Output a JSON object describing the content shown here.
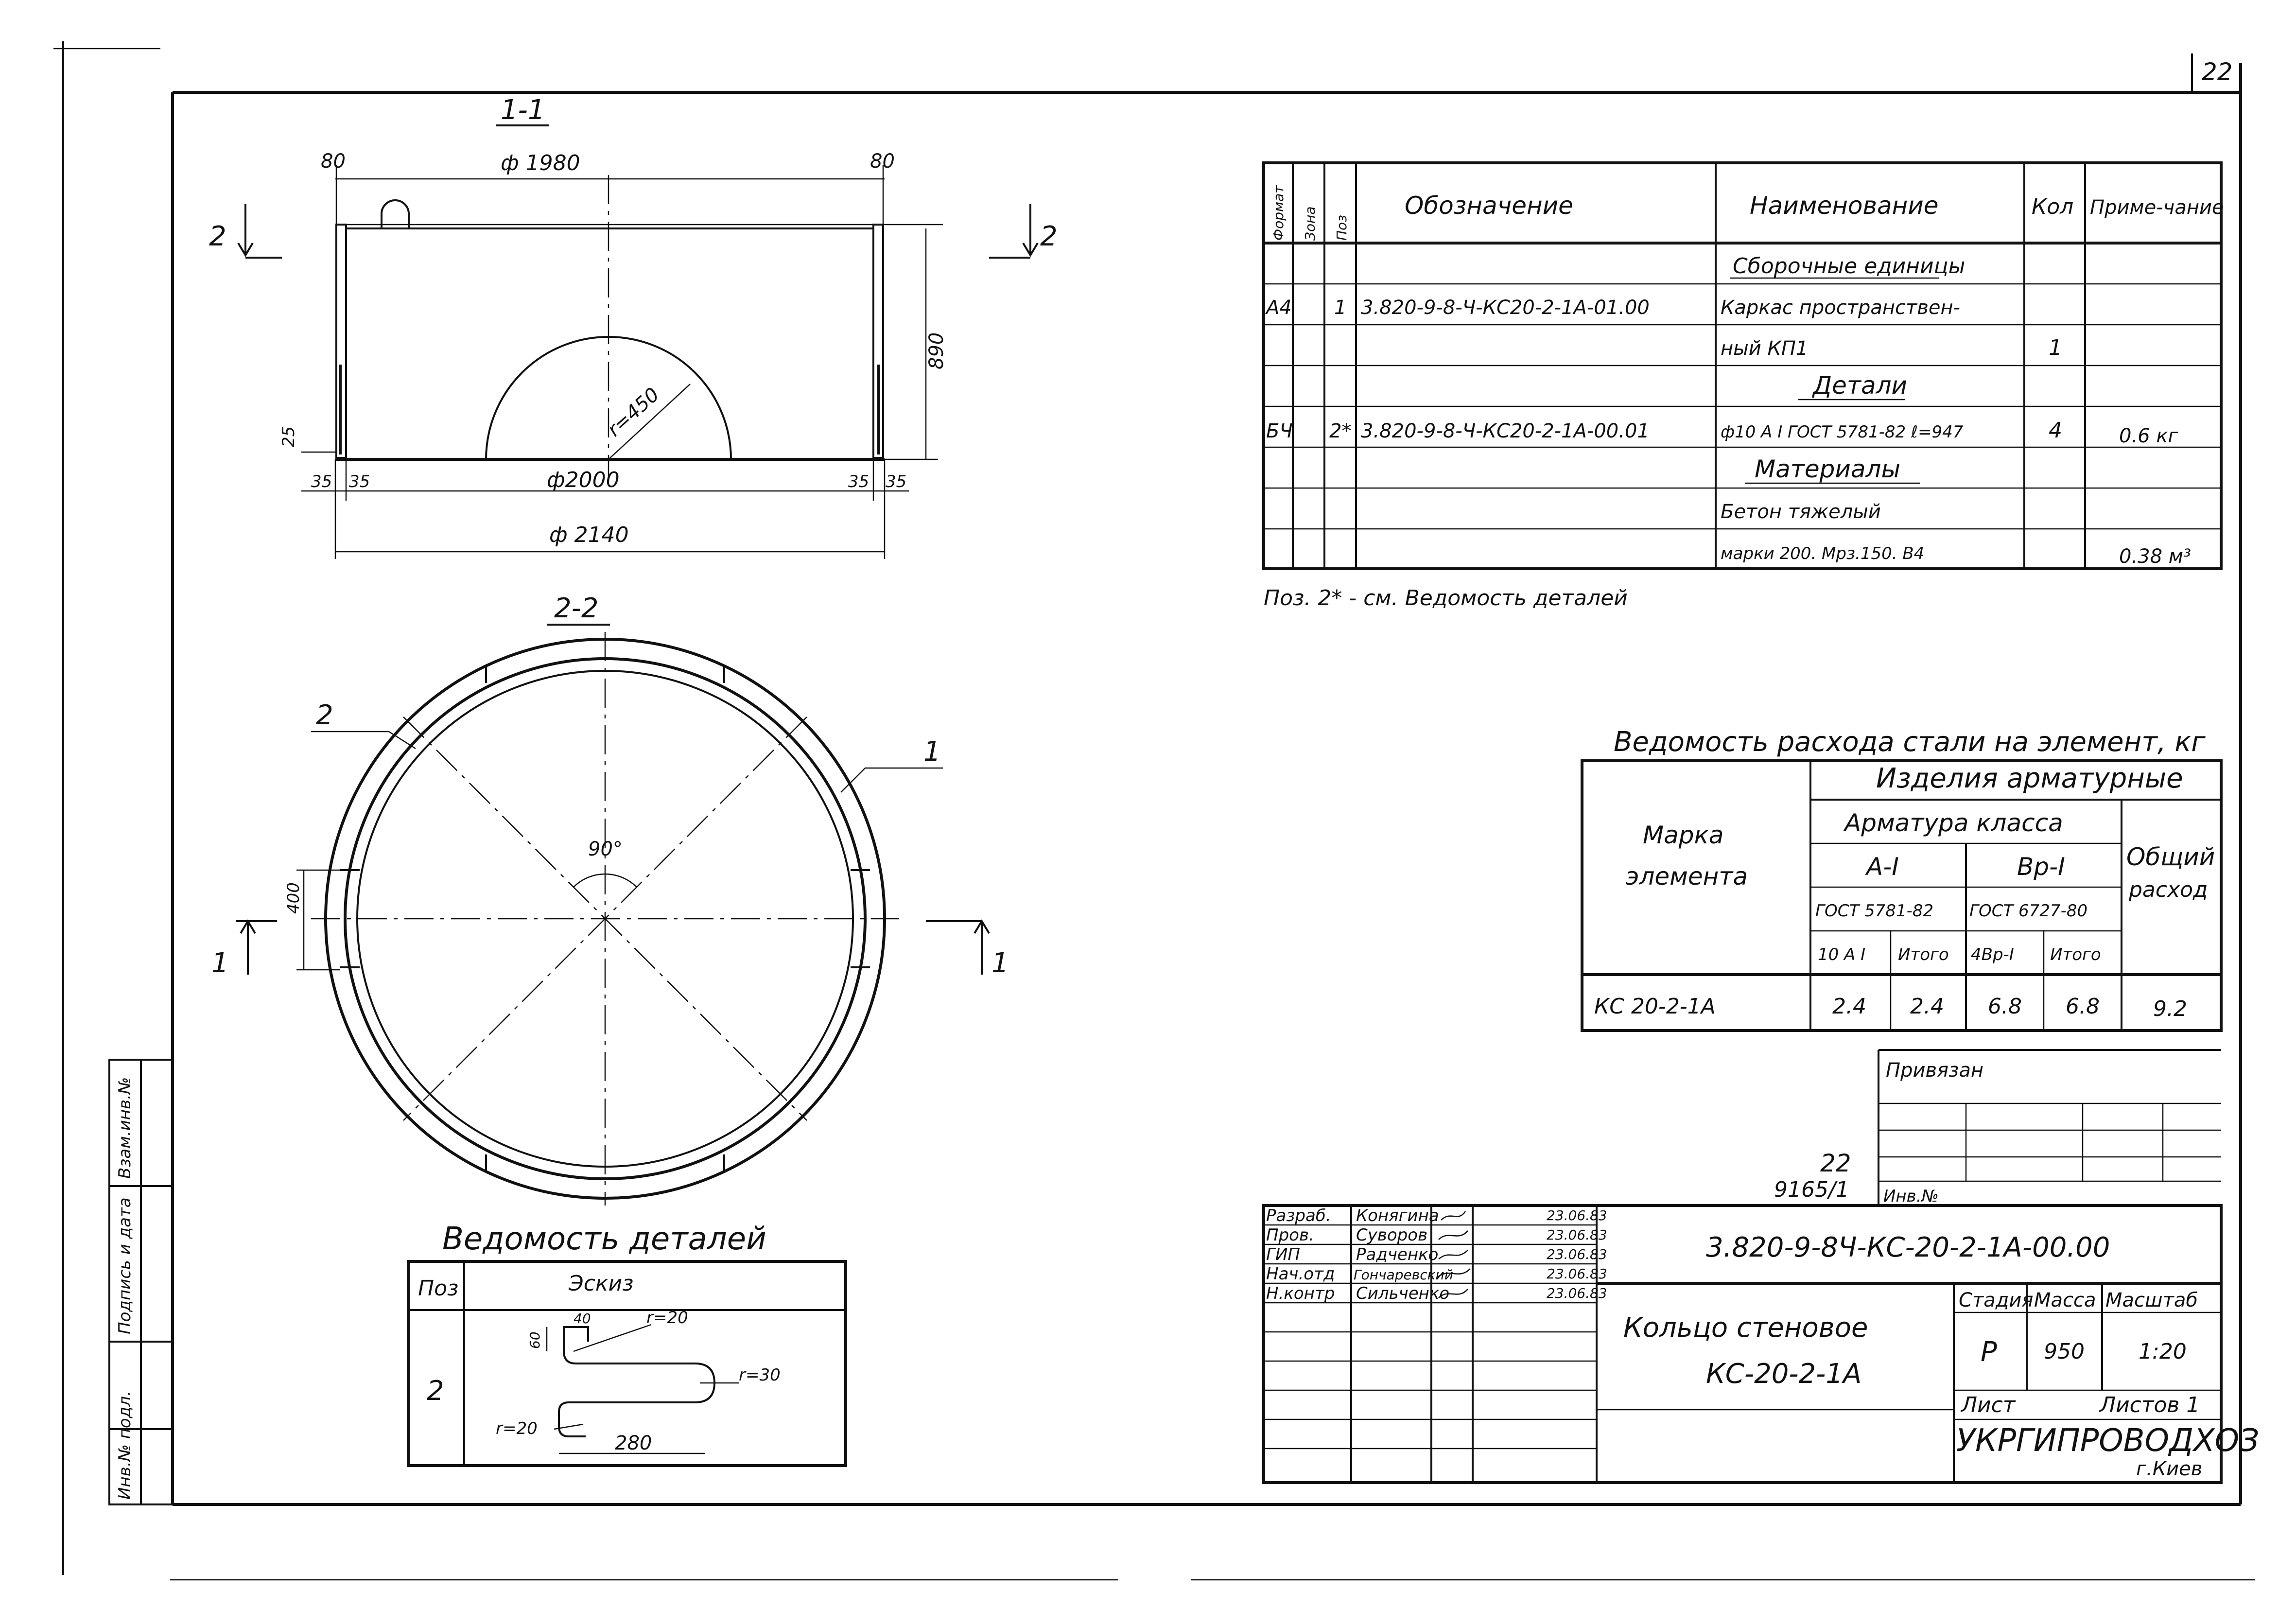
{
  "sheet_corner": {
    "number": "22"
  },
  "section_1_1": {
    "title": "1-1",
    "cut_label": "2",
    "dims": {
      "d_inner_top": "ф 1980",
      "wall_left": "80",
      "wall_right": "80",
      "height": "890",
      "arc_radius": "r=450",
      "left_25": "25",
      "d_2000": "ф2000",
      "d_2140": "ф 2140",
      "dim_35": "35"
    }
  },
  "section_2_2": {
    "title": "2-2",
    "angle": "90°",
    "opening": "400",
    "cut_label": "1",
    "callout_2": "2",
    "callout_1": "1"
  },
  "spec_table": {
    "headers": [
      "Формат",
      "Зона",
      "Поз",
      "Обозначение",
      "Наименование",
      "Кол",
      "Приме-чание"
    ],
    "rows": [
      {
        "fmt": "",
        "zone": "",
        "pos": "",
        "code": "",
        "name": "Сборочные единицы",
        "qty": "",
        "note": "",
        "underline": true
      },
      {
        "fmt": "А4",
        "zone": "",
        "pos": "1",
        "code": "3.820-9-8-Ч-КС20-2-1А-01.00",
        "name": "Каркас пространствен-",
        "qty": "",
        "note": ""
      },
      {
        "fmt": "",
        "zone": "",
        "pos": "",
        "code": "",
        "name": "ный КП1",
        "qty": "1",
        "note": ""
      },
      {
        "fmt": "",
        "zone": "",
        "pos": "",
        "code": "",
        "name": "Детали",
        "qty": "",
        "note": "",
        "underline": true
      },
      {
        "fmt": "БЧ",
        "zone": "",
        "pos": "2*",
        "code": "3.820-9-8-Ч-КС20-2-1А-00.01",
        "name": "ф10 А I ГОСТ 5781-82 ℓ=947",
        "qty": "4",
        "note": "0.6 кг"
      },
      {
        "fmt": "",
        "zone": "",
        "pos": "",
        "code": "",
        "name": "Материалы",
        "qty": "",
        "note": "",
        "underline": true
      },
      {
        "fmt": "",
        "zone": "",
        "pos": "",
        "code": "",
        "name": "Бетон тяжелый",
        "qty": "",
        "note": ""
      },
      {
        "fmt": "",
        "zone": "",
        "pos": "",
        "code": "",
        "name": "марки 200. Мрз.150. В4",
        "qty": "",
        "note": "0.38 м³"
      }
    ],
    "footnote": "Поз. 2* - см. Ведомость деталей"
  },
  "steel_table": {
    "title": "Ведомость расхода стали на элемент, кг",
    "h_mark": "Марка элемента",
    "h_products": "Изделия арматурные",
    "h_class": "Арматура класса",
    "h_ai": "А-I",
    "h_bpi": "Вр-I",
    "h_gost1": "ГОСТ 5781-82",
    "h_gost2": "ГОСТ 6727-80",
    "h_c1": "10 А I",
    "h_c2": "Итого",
    "h_c3": "4Вр-I",
    "h_c4": "Итого",
    "h_total": "Общий расход",
    "row": {
      "mark": "КС 20-2-1А",
      "v1": "2.4",
      "v2": "2.4",
      "v3": "6.8",
      "v4": "6.8",
      "total": "9.2"
    }
  },
  "privyazan": {
    "label": "Привязан",
    "inv": "Инв.№"
  },
  "stamp_ids": {
    "sheet_no": "22",
    "code": "9165/1"
  },
  "title_block": {
    "people": [
      {
        "role": "Разраб.",
        "name": "Конягина",
        "date": "23.06.83"
      },
      {
        "role": "Пров.",
        "name": "Суворов",
        "date": "23.06.83"
      },
      {
        "role": "ГИП",
        "name": "Радченко",
        "date": "23.06.83"
      },
      {
        "role": "Нач.отд",
        "name": "Гончаревский",
        "date": "23.06.83"
      },
      {
        "role": "Н.контр",
        "name": "Сильченко",
        "date": "23.06.83"
      }
    ],
    "designation": "3.820-9-8Ч-КС-20-2-1А-00.00",
    "name_line1": "Кольцо стеновое",
    "name_line2": "КС-20-2-1А",
    "stage_label": "Стадия",
    "mass_label": "Масса",
    "scale_label": "Масштаб",
    "stage": "Р",
    "mass": "950",
    "scale": "1:20",
    "sheet_label": "Лист",
    "sheets_label": "Листов 1",
    "org": "УКРГИПРОВОДХОЗ",
    "city": "г.Киев"
  },
  "details_table": {
    "title": "Ведомость деталей",
    "h_pos": "Поз",
    "h_sketch": "Эскиз",
    "pos": "2",
    "dims": {
      "a": "60",
      "b": "40",
      "r20a": "r=20",
      "r30": "r=30",
      "r20b": "r=20",
      "len": "280"
    }
  },
  "side_stamp": {
    "labels": [
      "Инв.№ подл.",
      "Подпись и дата",
      "Взам.инв.№"
    ]
  }
}
